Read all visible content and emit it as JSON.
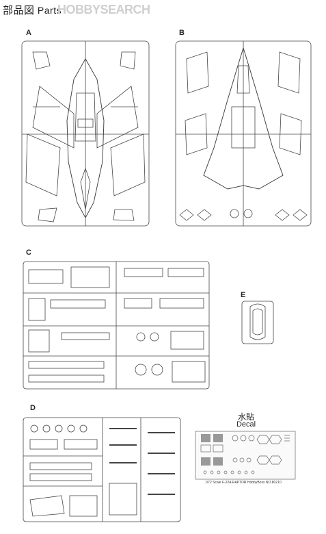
{
  "header": {
    "title_cn": "部品図",
    "title_en": "Parts",
    "watermark": "HOBBYSEARCH"
  },
  "sections": {
    "a": "A",
    "b": "B",
    "c": "C",
    "d": "D",
    "e": "E"
  },
  "decal": {
    "label_cn": "水貼",
    "label_en": "Decal",
    "caption": "1/72 Scale   F-22A RAPTOR   HobbyBoss NO.80210"
  }
}
